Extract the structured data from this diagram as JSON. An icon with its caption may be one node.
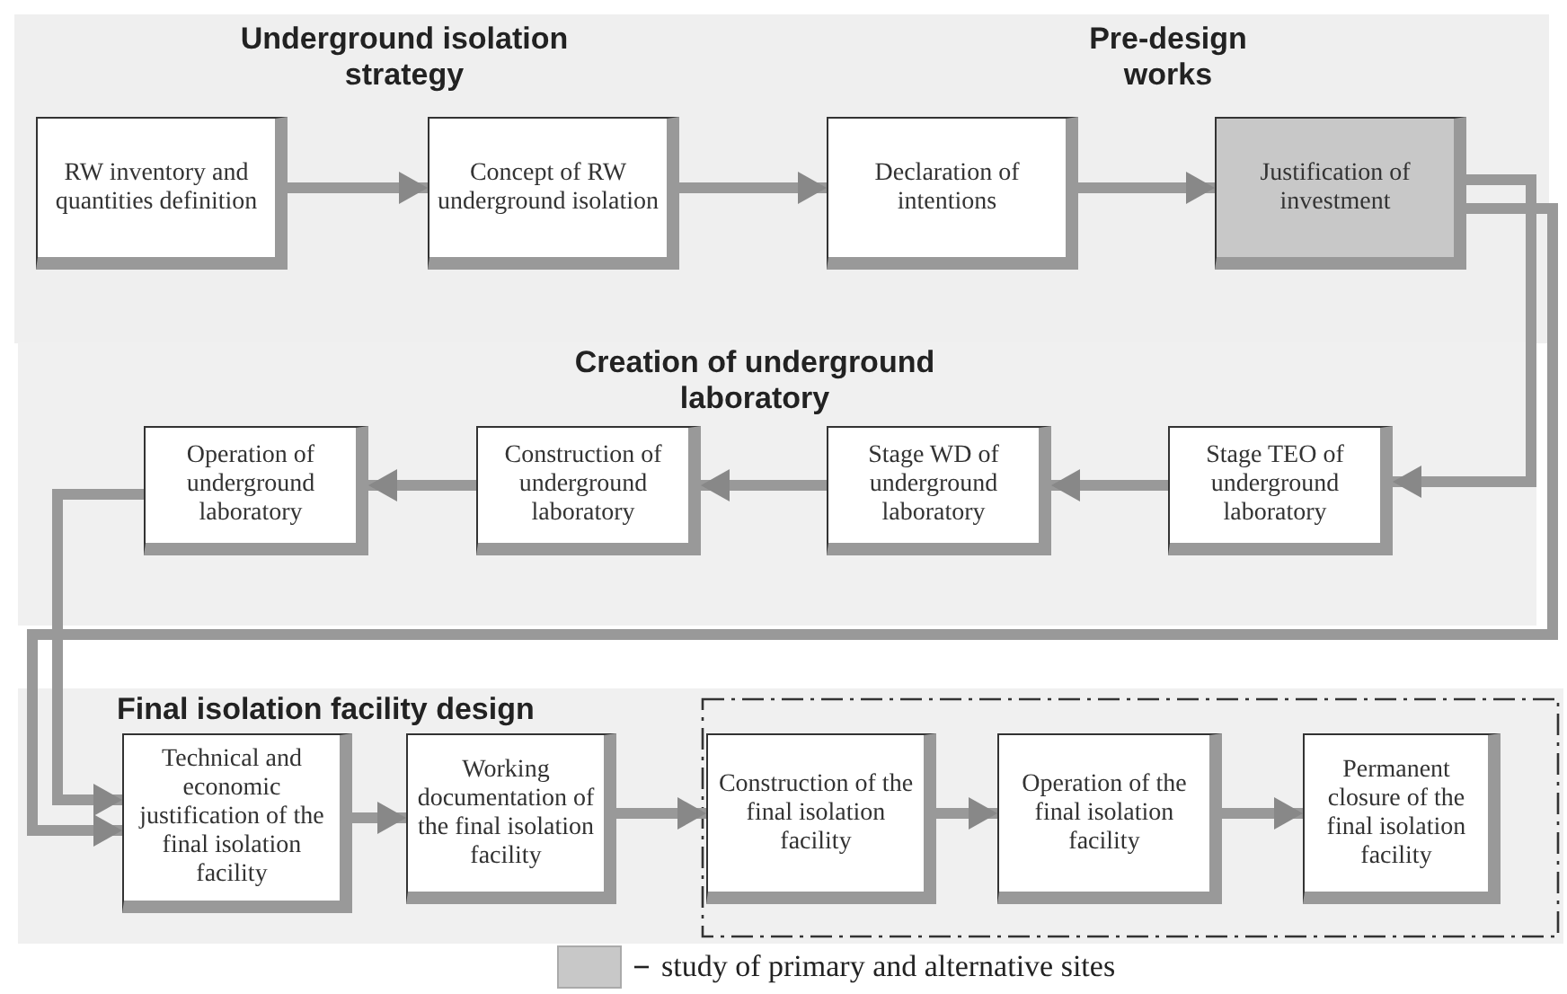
{
  "diagram": {
    "nodes": [
      {
        "text": [
          "Underground isolation strategy"
        ]
      },
      {
        "text": [
          "Pre-design works"
        ]
      },
      {
        "text": [
          "RW inventory and quantities definition"
        ],
        "in": 0
      },
      {
        "text": [
          "Concept of RW underground isolation"
        ],
        "in": 0
      },
      {
        "text": [
          "Declaration of intentions"
        ],
        "in": 1
      },
      {
        "text": [
          "Justification of investment"
        ],
        "in": 1
      },
      {
        "text": [
          "Creation of underground laboratory"
        ]
      },
      {
        "text": [
          "Operation of underground laboratory"
        ],
        "in": 6
      },
      {
        "text": [
          "Construction of underground laboratory"
        ],
        "in": 6
      },
      {
        "text": [
          "Stage WD of underground laboratory"
        ],
        "in": 6
      },
      {
        "text": [
          "Stage TEO of underground laboratory"
        ],
        "in": 6
      },
      {
        "text": [
          "Final isolation facility design"
        ]
      },
      {
        "text": [
          "Technical and economic justification of the final isolation facility"
        ],
        "in": 11
      },
      {
        "text": [
          "Working documentation of the final isolation facility"
        ],
        "in": 11
      },
      {
        "text": [],
        "shape": "box",
        "in": 11
      },
      {
        "text": [
          "Construction of the final isolation facility"
        ],
        "in": 14
      },
      {
        "text": [
          "Operation of the final isolation facility"
        ],
        "in": 14
      },
      {
        "text": [
          "Permanent closure of the final isolation facility"
        ],
        "in": 14
      }
    ],
    "edges": [
      {
        "from": 2,
        "to": 3,
        "arrow": "to"
      },
      {
        "from": 3,
        "to": 4,
        "arrow": "to"
      },
      {
        "from": 4,
        "to": 5,
        "arrow": "to"
      },
      {
        "from": 5,
        "to": 10,
        "arrow": "to"
      },
      {
        "from": 10,
        "to": 9,
        "arrow": "to"
      },
      {
        "from": 9,
        "to": 8,
        "arrow": "to"
      },
      {
        "from": 8,
        "to": 7,
        "arrow": "to"
      },
      {
        "from": 5,
        "to": 12,
        "arrow": "to"
      },
      {
        "from": 7,
        "to": 12,
        "arrow": "to"
      },
      {
        "from": 12,
        "to": 13,
        "arrow": "to"
      },
      {
        "from": 13,
        "to": 15,
        "arrow": "to"
      },
      {
        "from": 15,
        "to": 16,
        "arrow": "to"
      },
      {
        "from": 16,
        "to": 17,
        "arrow": "to"
      }
    ],
    "legend": [
      {
        "text": "study of primary and alternative sites",
        "color": "#c8c8c8"
      }
    ]
  }
}
